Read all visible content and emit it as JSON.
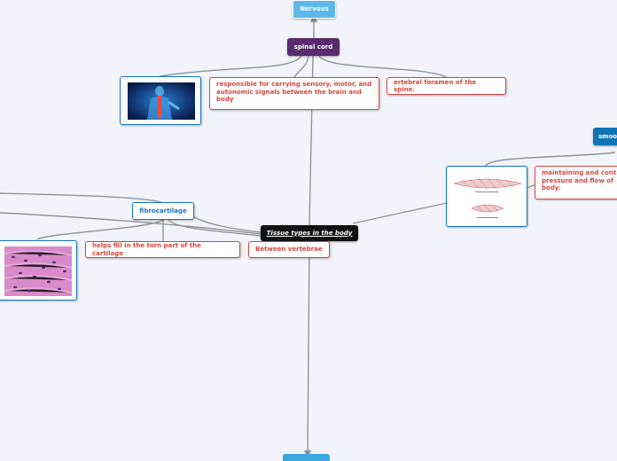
{
  "nodes": {
    "nervous": "Nervous",
    "spinal_cord": "spinal cord",
    "signals": "responsible for carrying sensory, motor, and autonomic signals between the brain and body",
    "foramen": "ertebral foramen of the spine.",
    "fibrocartilage": "fibrocartilage",
    "root": "Tissue types in the body",
    "torn_cartilage": "helps fill in the torn part of the cartilage",
    "vertebrae": "Between vertebrae",
    "smooth": "smoo",
    "pressure": "maintaining and cont pressure and flow of body."
  },
  "colors": {
    "background": "#f3f4fb",
    "connector": "#8f939a",
    "spinal_cord": "#582b6e",
    "nervous": "#5db8ea",
    "red_text": "#d6463c",
    "blue_border": "#1274c2",
    "smooth_node": "#0f74b5"
  },
  "icons": [
    "spine-xray-image",
    "smooth-muscle-image",
    "fibrocartilage-micrograph-image"
  ]
}
